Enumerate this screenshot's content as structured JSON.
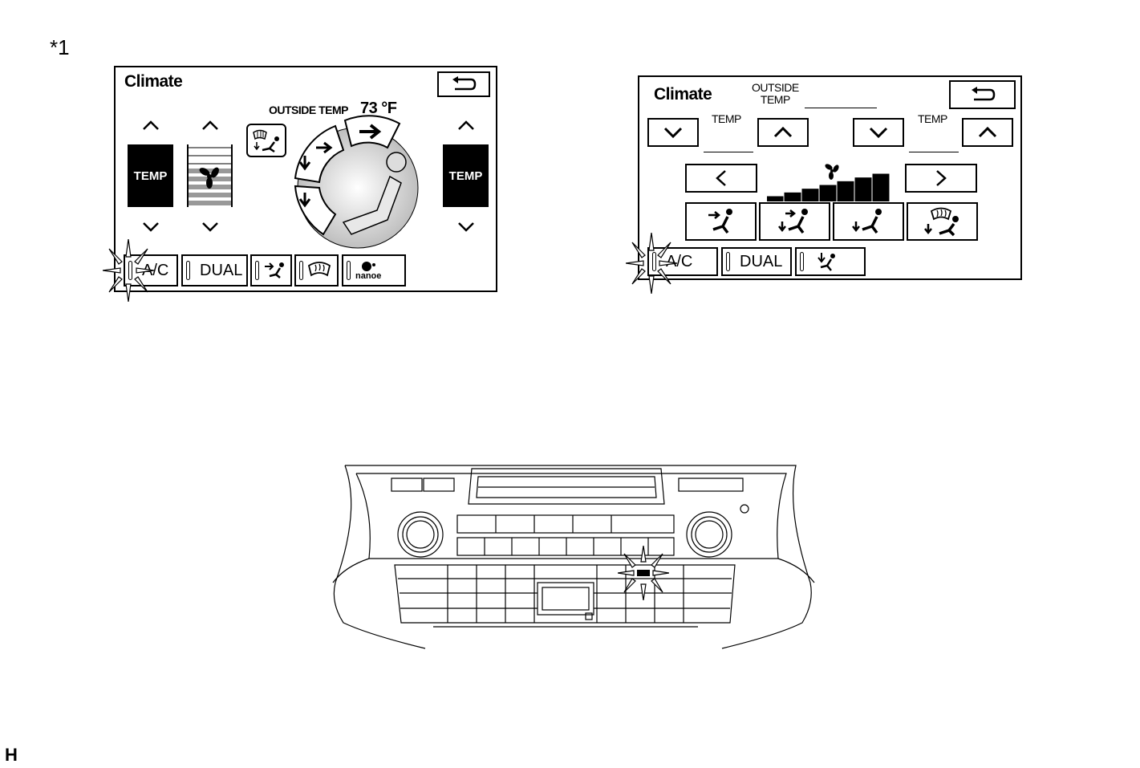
{
  "labels": {
    "ref": "*1",
    "corner": "H"
  },
  "screen1": {
    "title": "Climate",
    "outside_temp_label": "OUTSIDE TEMP",
    "outside_temp_value": "73 °F",
    "temp_label_left": "TEMP",
    "temp_label_right": "TEMP",
    "bottom": {
      "ac": "A/C",
      "dual": "DUAL",
      "nanoe": "nanoe"
    }
  },
  "screen2": {
    "title": "Climate",
    "outside_temp_label": "OUTSIDE\nTEMP",
    "temp_label_left": "TEMP",
    "temp_label_right": "TEMP",
    "fan_level": {
      "current": 7,
      "max": 7
    },
    "bottom": {
      "ac": "A/C",
      "dual": "DUAL"
    }
  },
  "icons": {
    "back": "return-arrow-icon",
    "up": "chevron-up-icon",
    "down": "chevron-down-icon",
    "fan": "fan-icon",
    "seat": "seat-airflow-icon",
    "defrost": "windshield-defrost-icon",
    "flash": "press-indicator-icon"
  }
}
